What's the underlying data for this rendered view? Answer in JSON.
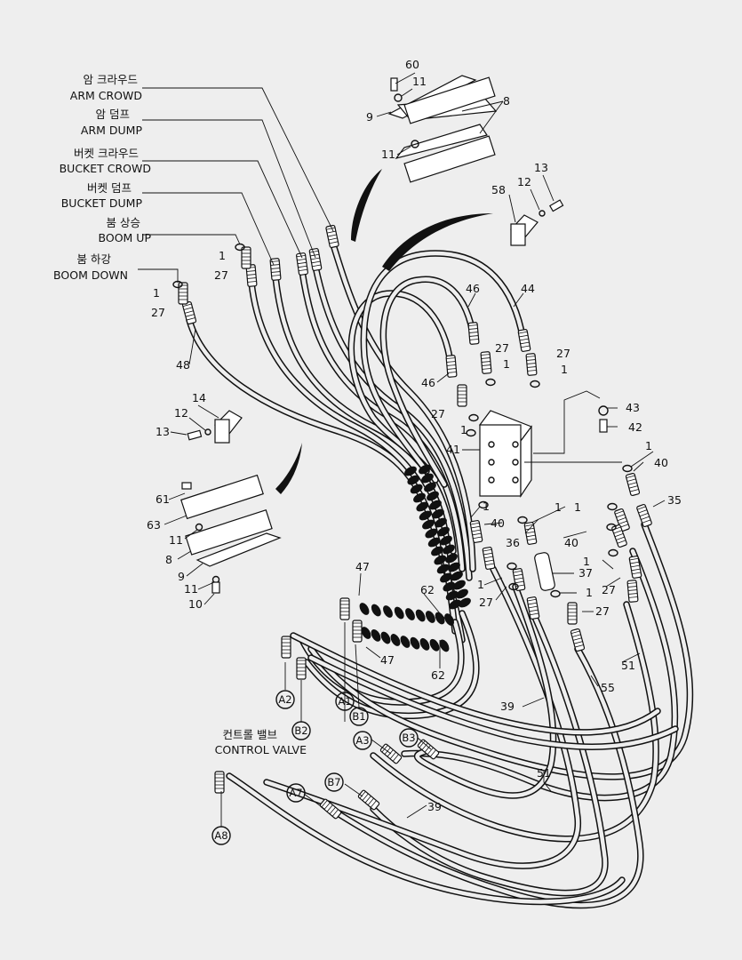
{
  "labels": {
    "arm_crowd": {
      "kor": "암 크라우드",
      "eng": "ARM CROWD"
    },
    "arm_dump": {
      "kor": "암 덤프",
      "eng": "ARM DUMP"
    },
    "bucket_crowd": {
      "kor": "버켓 크라우드",
      "eng": "BUCKET CROWD"
    },
    "bucket_dump": {
      "kor": "버켓 덤프",
      "eng": "BUCKET DUMP"
    },
    "boom_up": {
      "kor": "붐 상승",
      "eng": "BOOM UP"
    },
    "boom_down": {
      "kor": "붐 하강",
      "eng": "BOOM DOWN"
    },
    "control_valve": {
      "kor": "컨트롤 밸브",
      "eng": "CONTROL VALVE"
    }
  },
  "part_numbers": [
    "1",
    "8",
    "9",
    "10",
    "11",
    "12",
    "13",
    "14",
    "27",
    "35",
    "36",
    "37",
    "39",
    "40",
    "41",
    "42",
    "43",
    "44",
    "46",
    "47",
    "48",
    "51",
    "55",
    "58",
    "60",
    "61",
    "62",
    "63"
  ],
  "ports": [
    "A1",
    "A2",
    "A3",
    "A7",
    "A8",
    "B1",
    "B2",
    "B3",
    "B7"
  ],
  "callouts": {
    "n60": "60",
    "n11a": "11",
    "n9a": "9",
    "n8a": "8",
    "n11b": "11",
    "n13a": "13",
    "n12a": "12",
    "n58": "58",
    "n1a": "1",
    "n27a": "27",
    "n1b": "1",
    "n27b": "27",
    "n48": "48",
    "n46a": "46",
    "n44": "44",
    "n27c": "27",
    "n1c": "1",
    "n27d": "27",
    "n1d": "1",
    "n46b": "46",
    "n27e": "27",
    "n1e": "1",
    "n41": "41",
    "n43": "43",
    "n42": "42",
    "n14": "14",
    "n12b": "12",
    "n13b": "13",
    "n1f": "1",
    "n40a": "40",
    "n35": "35",
    "n61": "61",
    "n63": "63",
    "n11c": "11",
    "n8b": "8",
    "n9b": "9",
    "n11d": "11",
    "n10": "10",
    "n1g": "1",
    "n40b": "40",
    "n36": "36",
    "n1h": "1",
    "n1i": "1",
    "n40c": "40",
    "n1j": "1",
    "n37": "37",
    "n1k": "1",
    "n27f": "27",
    "n27g": "27",
    "n1l": "1",
    "n27h": "27",
    "n47a": "47",
    "n62a": "62",
    "n47b": "47",
    "n62b": "62",
    "n51a": "51",
    "n55": "55",
    "n39a": "39",
    "n51b": "51",
    "n39b": "39",
    "pA2": "A2",
    "pA1": "A1",
    "pB2": "B2",
    "pB1": "B1",
    "pA3": "A3",
    "pB3": "B3",
    "pA7": "A7",
    "pB7": "B7",
    "pA8": "A8"
  },
  "colors": {
    "line": "#111111",
    "background": "#eeeeee",
    "part_fill": "#ffffff"
  }
}
